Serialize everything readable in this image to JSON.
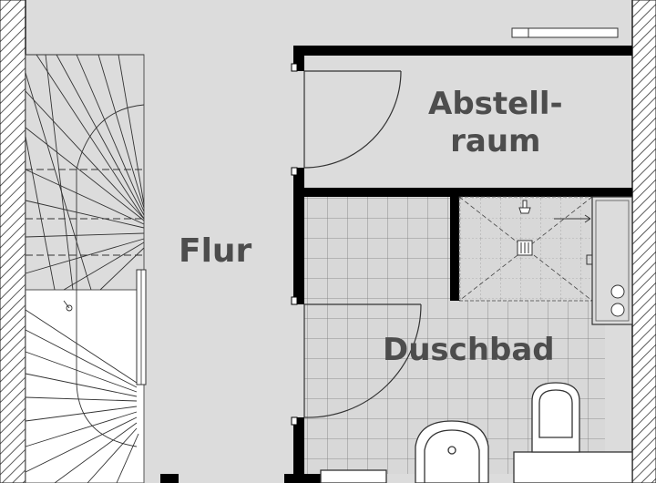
{
  "plan": {
    "rooms": [
      {
        "id": "flur",
        "label": "Flur"
      },
      {
        "id": "abstellraum",
        "label_line1": "Abstell-",
        "label_line2": "raum"
      },
      {
        "id": "duschbad",
        "label": "Duschbad"
      }
    ],
    "colors": {
      "floor": "#dcdcdc",
      "wall": "#000000",
      "line": "#2b2b2b",
      "label": "#4d4d4d",
      "tile_line": "#6f6f6f",
      "fixture": "#ffffff"
    },
    "icons": [
      "stair-icon",
      "door-swing-icon",
      "shower-drain-icon",
      "toilet-icon",
      "washbasin-icon",
      "hob-icon"
    ]
  }
}
